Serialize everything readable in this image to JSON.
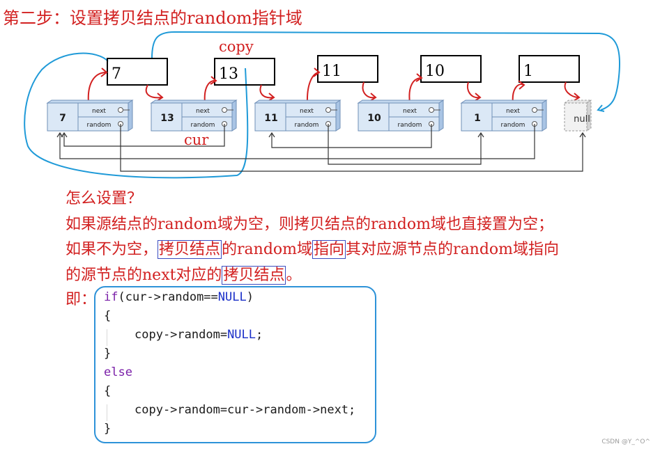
{
  "title": "第二步：设置拷贝结点的random指针域",
  "diagram": {
    "copy_label": "copy",
    "cur_label": "cur",
    "copy_values": [
      "7",
      "13",
      "11",
      "10",
      "1"
    ],
    "nodes": [
      {
        "value": "7"
      },
      {
        "value": "13"
      },
      {
        "value": "11"
      },
      {
        "value": "10"
      },
      {
        "value": "1"
      }
    ],
    "next_label": "next",
    "random_label": "random",
    "null_label": "null"
  },
  "explanation": {
    "line1": "怎么设置？",
    "line2": "如果源结点的random域为空，则拷贝结点的random域也直接置为空；",
    "line3_a": "如果不为空，",
    "line3_box1": "拷贝结点",
    "line3_b": "的random域",
    "line3_box2": "指向",
    "line3_c": "其对应源节点的random域指向",
    "line4_a": "的源节点的next对应的",
    "line4_box": "拷贝结点",
    "line4_b": "。"
  },
  "code_label": "即：",
  "code": {
    "l1_kw": "if",
    "l1_a": "(cur->random==",
    "l1_null": "NULL",
    "l1_b": ")",
    "l2": "{",
    "l3_a": "copy->random=",
    "l3_null": "NULL",
    "l3_b": ";",
    "l4": "}",
    "l5_kw": "else",
    "l6": "{",
    "l7": "copy->random=cur->random->next;",
    "l8": "}"
  },
  "watermark": "CSDN @Y_^O^"
}
